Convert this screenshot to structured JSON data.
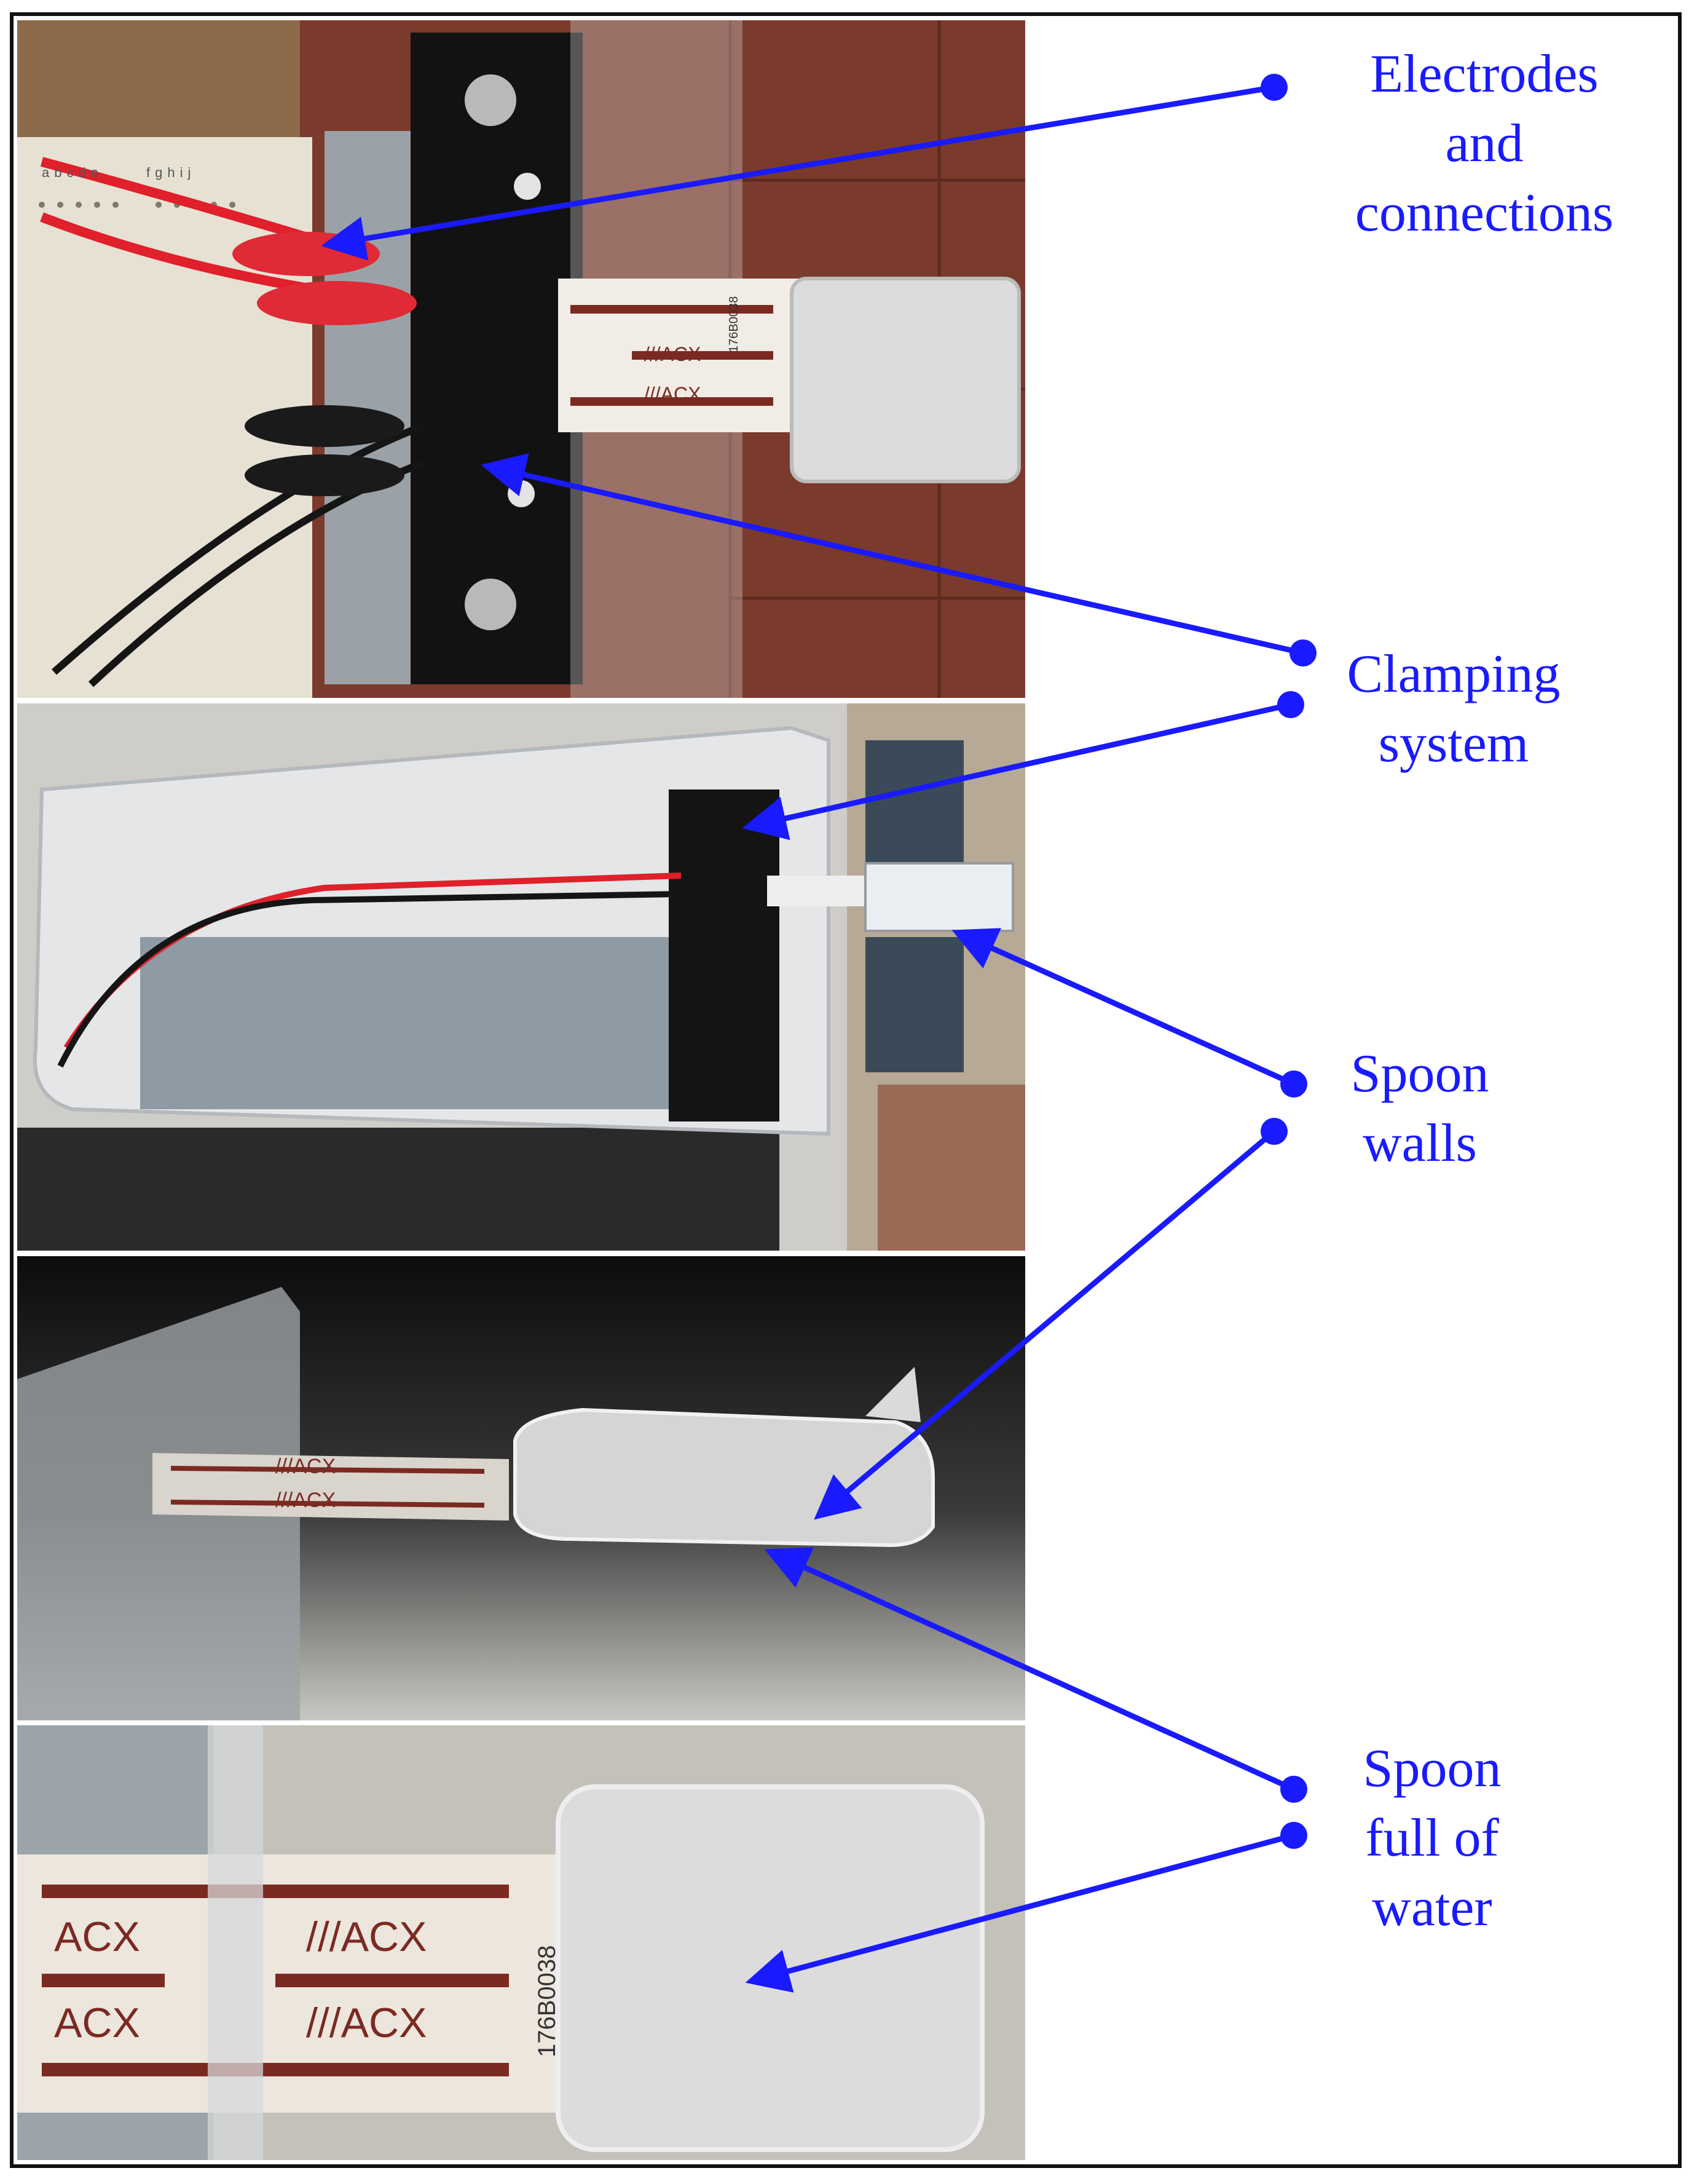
{
  "labels": {
    "electrodes": [
      "Electrodes",
      "and",
      "connections"
    ],
    "clamping": [
      "Clamping",
      "system"
    ],
    "spoon_walls": [
      "Spoon",
      "walls"
    ],
    "spoon_full": [
      "Spoon",
      "full of",
      "water"
    ]
  },
  "sensor_text": {
    "brand": "///ACX",
    "brand_short": "ACX",
    "serial": "176B0038",
    "breadboard_cols_left": "abcde",
    "breadboard_cols_right": "fghij"
  },
  "colors": {
    "annotation": "#1a1aff",
    "frame": "#111111",
    "brick": "#7a3a2c",
    "electrode_trace": "#7b2a22",
    "wire_red": "#e0202a",
    "wire_black": "#151515"
  }
}
